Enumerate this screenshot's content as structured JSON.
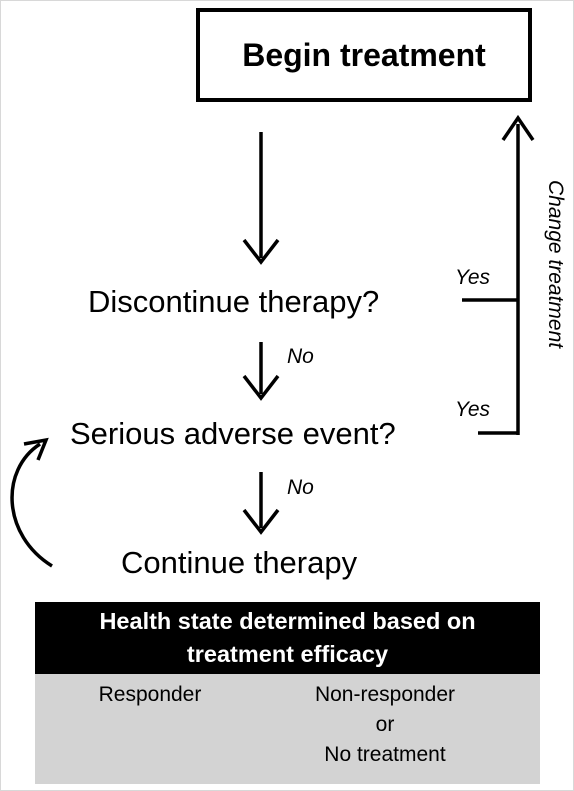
{
  "begin": "Begin treatment",
  "nodes": {
    "discontinue": "Discontinue therapy?",
    "adverse": "Serious adverse event?",
    "continue": "Continue therapy"
  },
  "labels": {
    "no1": "No",
    "no2": "No",
    "yes1": "Yes",
    "yes2": "Yes",
    "change": "Change treatment"
  },
  "health_state": {
    "header_line1": "Health state determined based on",
    "header_line2": "treatment efficacy",
    "responder": "Responder",
    "nonresponder": [
      "Non-responder",
      "or",
      "No treatment"
    ]
  },
  "colors": {
    "stroke": "#000000",
    "header_bg": "#000000",
    "body_bg": "#d3d3d3"
  }
}
